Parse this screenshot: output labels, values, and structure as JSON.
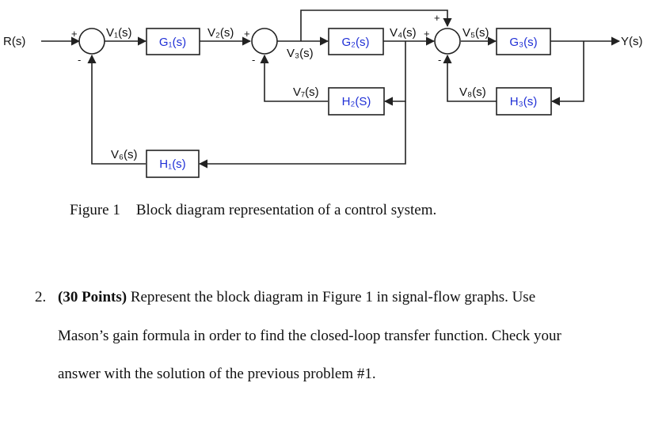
{
  "diagram": {
    "input_label": "R(s)",
    "output_label": "Y(s)",
    "signals": {
      "v1": "V₁(s)",
      "v2": "V₂(s)",
      "v3": "V₃(s)",
      "v4": "V₄(s)",
      "v5": "V₅(s)",
      "v6": "V₆(s)",
      "v7": "V₇(s)",
      "v8": "V₈(s)"
    },
    "blocks": {
      "g1": "G₁(s)",
      "g2": "G₂(s)",
      "g3": "G₃(s)",
      "h1": "H₁(s)",
      "h2": "H₂(S)",
      "h3": "H₃(s)"
    },
    "signs": {
      "sum1_plus": "+",
      "sum1_minus": "-",
      "sum2_plus": "+",
      "sum2_minus": "-",
      "sum3_plus_top": "+",
      "sum3_plus_left": "+",
      "sum3_minus": "-"
    },
    "colors": {
      "block_text": "#1f2fd6",
      "lines": "#222222"
    }
  },
  "caption": {
    "figure_number": "Figure 1",
    "text": "Block diagram representation of a control system."
  },
  "problem": {
    "number": "2.",
    "points": "(30 Points)",
    "body": "Represent the block diagram in Figure 1 in signal-flow graphs. Use Mason’s gain formula in order to find the closed-loop transfer function. Check your answer with the solution of the previous problem #1."
  }
}
